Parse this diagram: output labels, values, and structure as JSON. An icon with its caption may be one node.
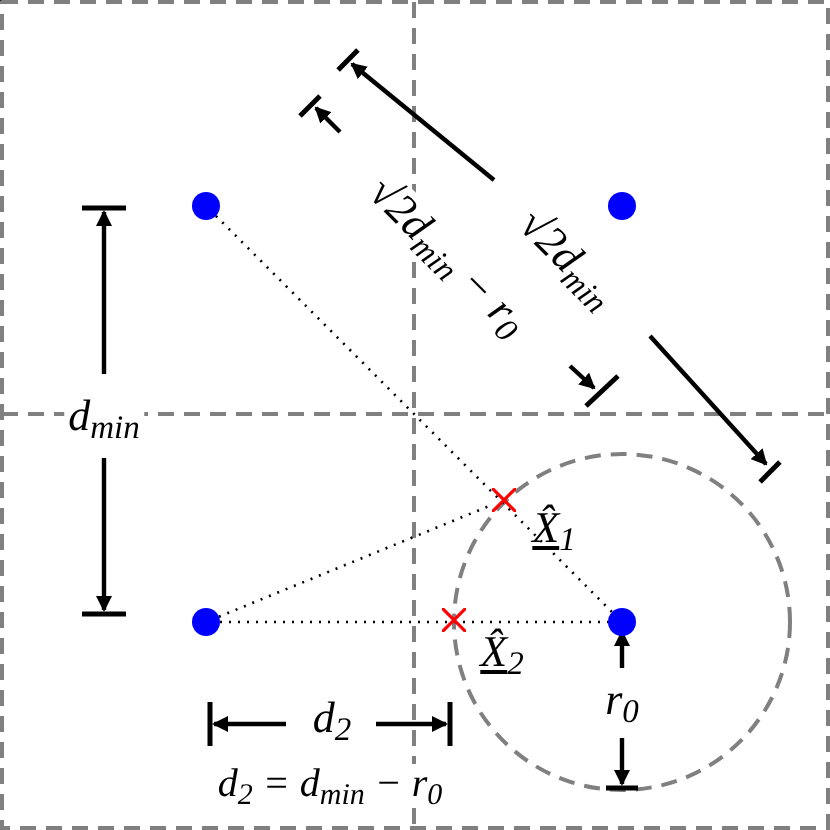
{
  "diagram": {
    "nodes": [
      {
        "text": [],
        "shape": "circle"
      },
      {
        "text": [],
        "shape": "circle"
      },
      {
        "text": [],
        "shape": "circle"
      },
      {
        "text": [],
        "shape": "circle"
      },
      {
        "text": [],
        "shape": "cross",
        "beside": [
          "X̂$_{1}$"
        ]
      },
      {
        "text": [],
        "shape": "cross",
        "beside": [
          "X̂$_{2}$"
        ]
      }
    ],
    "edges": [
      {
        "from": 0,
        "to": 3,
        "arrow": "none",
        "style": "dashed"
      },
      {
        "from": 2,
        "to": 4,
        "arrow": "none",
        "style": "dashed"
      },
      {
        "from": 2,
        "to": 3,
        "arrow": "none",
        "style": "dashed"
      }
    ],
    "labels": [
      "d$_{min}$",
      "√2d$_{min}$",
      "√2d$_{min}$ − r$_{0}$",
      "d$_{2}$",
      "d$_{2}$ = d$_{min}$ − r$_{0}$",
      "r$_{0}$"
    ]
  }
}
